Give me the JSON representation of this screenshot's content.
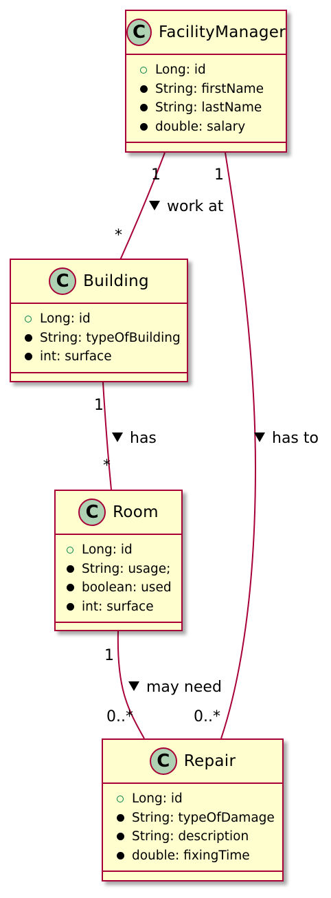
{
  "classes": {
    "facility_manager": {
      "badge": "C",
      "name": "FacilityManager",
      "attributes": [
        {
          "visibility": "public",
          "text": "Long: id"
        },
        {
          "visibility": "private",
          "text": "String: firstName"
        },
        {
          "visibility": "private",
          "text": "String: lastName"
        },
        {
          "visibility": "private",
          "text": "double: salary"
        }
      ]
    },
    "building": {
      "badge": "C",
      "name": "Building",
      "attributes": [
        {
          "visibility": "public",
          "text": "Long: id"
        },
        {
          "visibility": "private",
          "text": "String: typeOfBuilding"
        },
        {
          "visibility": "private",
          "text": "int: surface"
        }
      ]
    },
    "room": {
      "badge": "C",
      "name": "Room",
      "attributes": [
        {
          "visibility": "public",
          "text": "Long: id"
        },
        {
          "visibility": "private",
          "text": "String: usage;"
        },
        {
          "visibility": "private",
          "text": "boolean: used"
        },
        {
          "visibility": "private",
          "text": "int: surface"
        }
      ]
    },
    "repair": {
      "badge": "C",
      "name": "Repair",
      "attributes": [
        {
          "visibility": "public",
          "text": "Long: id"
        },
        {
          "visibility": "private",
          "text": "String: typeOfDamage"
        },
        {
          "visibility": "private",
          "text": "String: description"
        },
        {
          "visibility": "private",
          "text": "double: fixingTime"
        }
      ]
    }
  },
  "relations": {
    "work_at": {
      "label": "work at",
      "from_mult": "1",
      "to_mult": "*"
    },
    "has": {
      "label": "has",
      "from_mult": "1",
      "to_mult": "*"
    },
    "may_need": {
      "label": "may need",
      "from_mult": "1",
      "to_mult": "0..*"
    },
    "has_to": {
      "label": "has to",
      "from_mult": "1",
      "to_mult": "0..*"
    }
  },
  "colors": {
    "class_fill": "#fefece",
    "border": "#a80036",
    "badge_fill": "#add1b2",
    "public_marker": "#038048"
  }
}
